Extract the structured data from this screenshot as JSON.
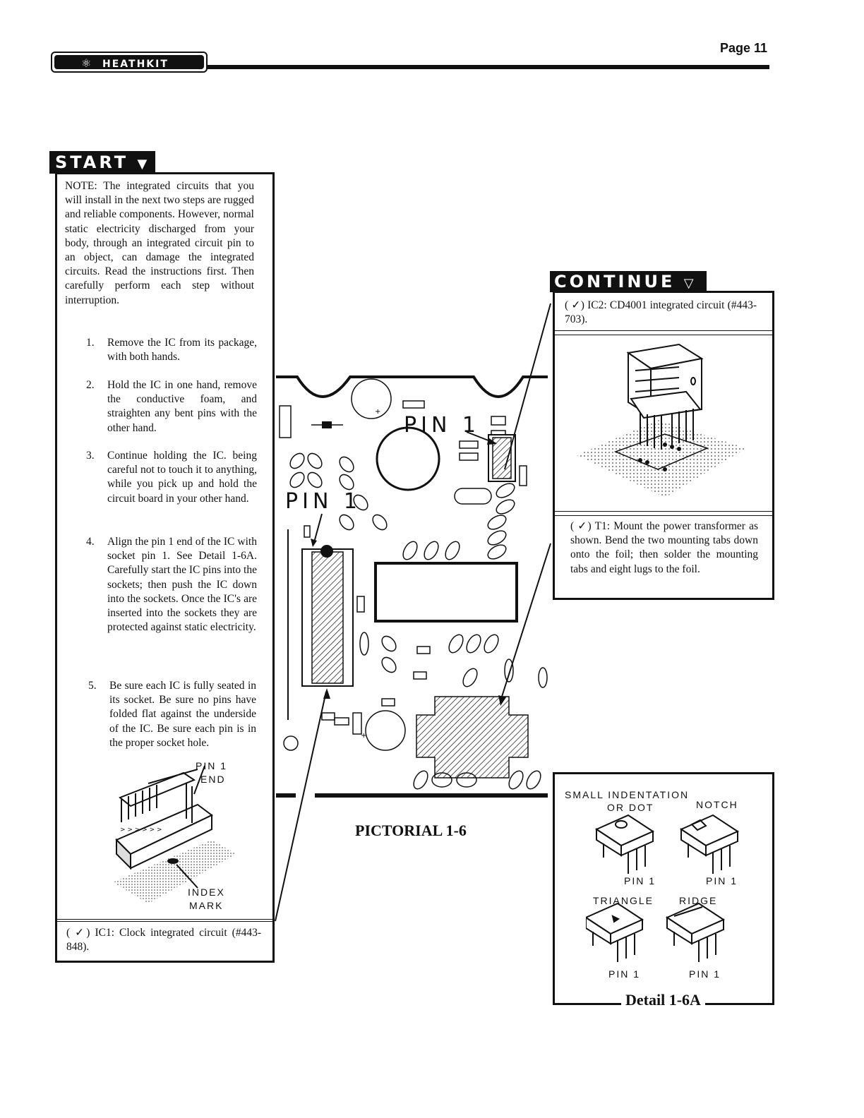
{
  "header": {
    "page_label": "Page 11",
    "logo_text": "HEATHKIT"
  },
  "start": {
    "tab_label": "START",
    "note": "NOTE: The integrated circuits that you will install in the next two steps are rugged and reliable components. However, normal static electricity discharged from your body, through an integrated circuit pin to an object, can damage the integrated circuits. Read the instructions first. Then carefully perform each step without interruption.",
    "steps": [
      {
        "num": "1.",
        "text": "Remove the IC from its package, with both hands."
      },
      {
        "num": "2.",
        "text": "Hold the IC in one hand, remove the conductive foam, and straighten any bent pins with the other hand."
      },
      {
        "num": "3.",
        "text": "Continue holding the IC. being careful not to touch it to anything, while you pick up and hold the circuit board in your other hand."
      },
      {
        "num": "4.",
        "text": "Align the pin 1 end of the IC with socket pin 1. See Detail 1-6A. Carefully start the IC pins into the sockets; then push the IC down into the sockets. Once the IC's are inserted into the sockets they are protected against static electricity."
      },
      {
        "num": "5.",
        "text": "Be sure each IC is fully seated in its socket. Be sure no pins have folded flat against the underside of the IC. Be sure each pin is in the proper socket hole."
      }
    ],
    "figure_labels": {
      "pin1_end_1": "PIN 1",
      "pin1_end_2": "END",
      "index_1": "INDEX",
      "index_2": "MARK"
    },
    "ic1_step": {
      "check": "( ✓)",
      "text": "IC1: Clock integrated circuit (#443-848)."
    }
  },
  "continue": {
    "tab_label": "CONTINUE",
    "ic2_step": {
      "check": "( ✓)",
      "text": "IC2: CD4001 integrated circuit (#443-703)."
    },
    "t1_step": {
      "check": "( ✓)",
      "text": "T1: Mount the power transformer as shown. Bend the two mounting tabs down onto the foil; then solder the mounting tabs and eight lugs to the foil."
    }
  },
  "pictorial": {
    "callout_top": "PIN 1",
    "callout_left": "PIN 1",
    "label": "PICTORIAL 1-6"
  },
  "detail": {
    "small_indentation": "SMALL INDENTATION",
    "or_dot": "OR DOT",
    "notch": "NOTCH",
    "pin1_a": "PIN 1",
    "pin1_b": "PIN 1",
    "triangle": "TRIANGLE",
    "ridge": "RIDGE",
    "pin1_c": "PIN 1",
    "pin1_d": "PIN 1",
    "title": "Detail 1-6A"
  }
}
